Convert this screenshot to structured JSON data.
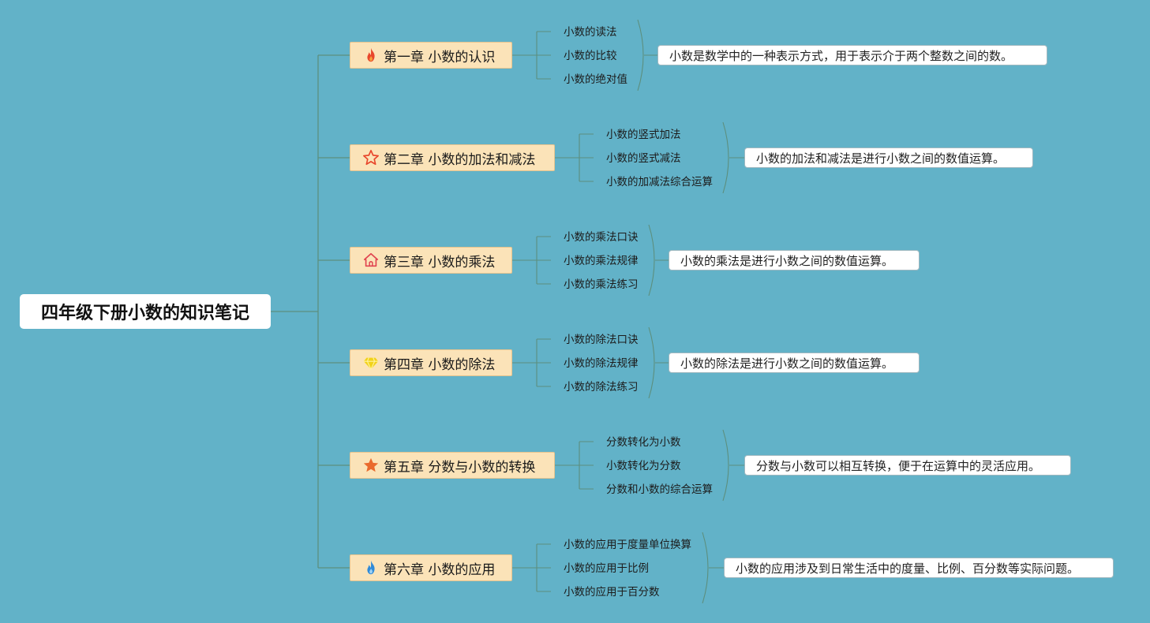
{
  "root": {
    "title": "四年级下册小数的知识笔记"
  },
  "chapters": [
    {
      "title": "第一章 小数的认识",
      "icon": "fire-icon",
      "icon_color": "#e8462b",
      "subs": [
        "小数的读法",
        "小数的比较",
        "小数的绝对值"
      ],
      "summary": "小数是数学中的一种表示方式，用于表示介于两个整数之间的数。"
    },
    {
      "title": "第二章 小数的加法和减法",
      "icon": "star-outline-icon",
      "icon_color": "#e8462b",
      "subs": [
        "小数的竖式加法",
        "小数的竖式减法",
        "小数的加减法综合运算"
      ],
      "summary": "小数的加法和减法是进行小数之间的数值运算。"
    },
    {
      "title": "第三章 小数的乘法",
      "icon": "house-icon",
      "icon_color": "#e0434f",
      "subs": [
        "小数的乘法口诀",
        "小数的乘法规律",
        "小数的乘法练习"
      ],
      "summary": "小数的乘法是进行小数之间的数值运算。"
    },
    {
      "title": "第四章 小数的除法",
      "icon": "diamond-icon",
      "icon_color": "#f2d21a",
      "subs": [
        "小数的除法口诀",
        "小数的除法规律",
        "小数的除法练习"
      ],
      "summary": "小数的除法是进行小数之间的数值运算。"
    },
    {
      "title": "第五章 分数与小数的转换",
      "icon": "star-filled-icon",
      "icon_color": "#ea6a2d",
      "subs": [
        "分数转化为小数",
        "小数转化为分数",
        "分数和小数的综合运算"
      ],
      "summary": "分数与小数可以相互转换，便于在运算中的灵活应用。"
    },
    {
      "title": "第六章 小数的应用",
      "icon": "water-flame-icon",
      "icon_color": "#2f8ad8",
      "subs": [
        "小数的应用于度量单位换算",
        "小数的应用于比例",
        "小数的应用于百分数"
      ],
      "summary": "小数的应用涉及到日常生活中的度量、比例、百分数等实际问题。"
    }
  ]
}
